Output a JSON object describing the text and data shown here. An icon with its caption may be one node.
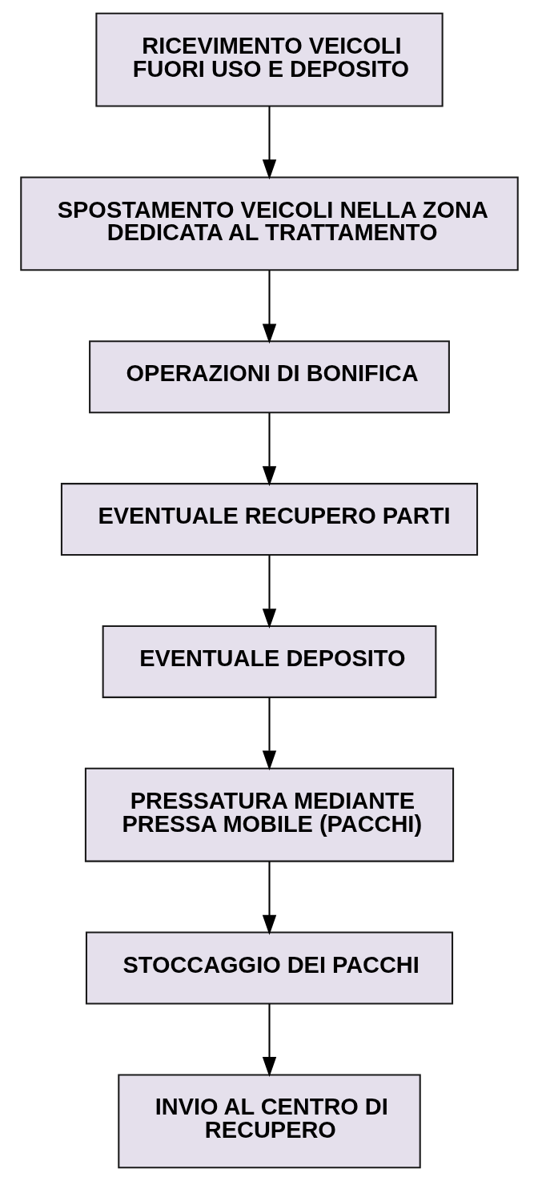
{
  "diagram": {
    "nodes": [
      {
        "text": [
          "RICEVIMENTO VEICOLI FUORI USO E DEPOSITO"
        ]
      },
      {
        "text": [
          "SPOSTAMENTO VEICOLI NELLA ZONA DEDICATA AL TRATTAMENTO"
        ]
      },
      {
        "text": [
          "OPERAZIONI DI BONIFICA"
        ]
      },
      {
        "text": [
          "EVENTUALE RECUPERO PARTI"
        ]
      },
      {
        "text": [
          "EVENTUALE DEPOSITO"
        ]
      },
      {
        "text": [
          "PRESSATURA MEDIANTE PRESSA MOBILE (PACCHI)"
        ]
      },
      {
        "text": [
          "STOCCAGGIO DEI PACCHI"
        ]
      },
      {
        "text": [
          "INVIO AL CENTRO DI RECUPERO"
        ]
      }
    ],
    "edges": [
      {
        "from": 0,
        "to": 1,
        "arrow": "to"
      },
      {
        "from": 1,
        "to": 2,
        "arrow": "to"
      },
      {
        "from": 2,
        "to": 3,
        "arrow": "to"
      },
      {
        "from": 3,
        "to": 4,
        "arrow": "to"
      },
      {
        "from": 4,
        "to": 5,
        "arrow": "to"
      },
      {
        "from": 5,
        "to": 6,
        "arrow": "to"
      },
      {
        "from": 6,
        "to": 7,
        "arrow": "to"
      }
    ]
  }
}
